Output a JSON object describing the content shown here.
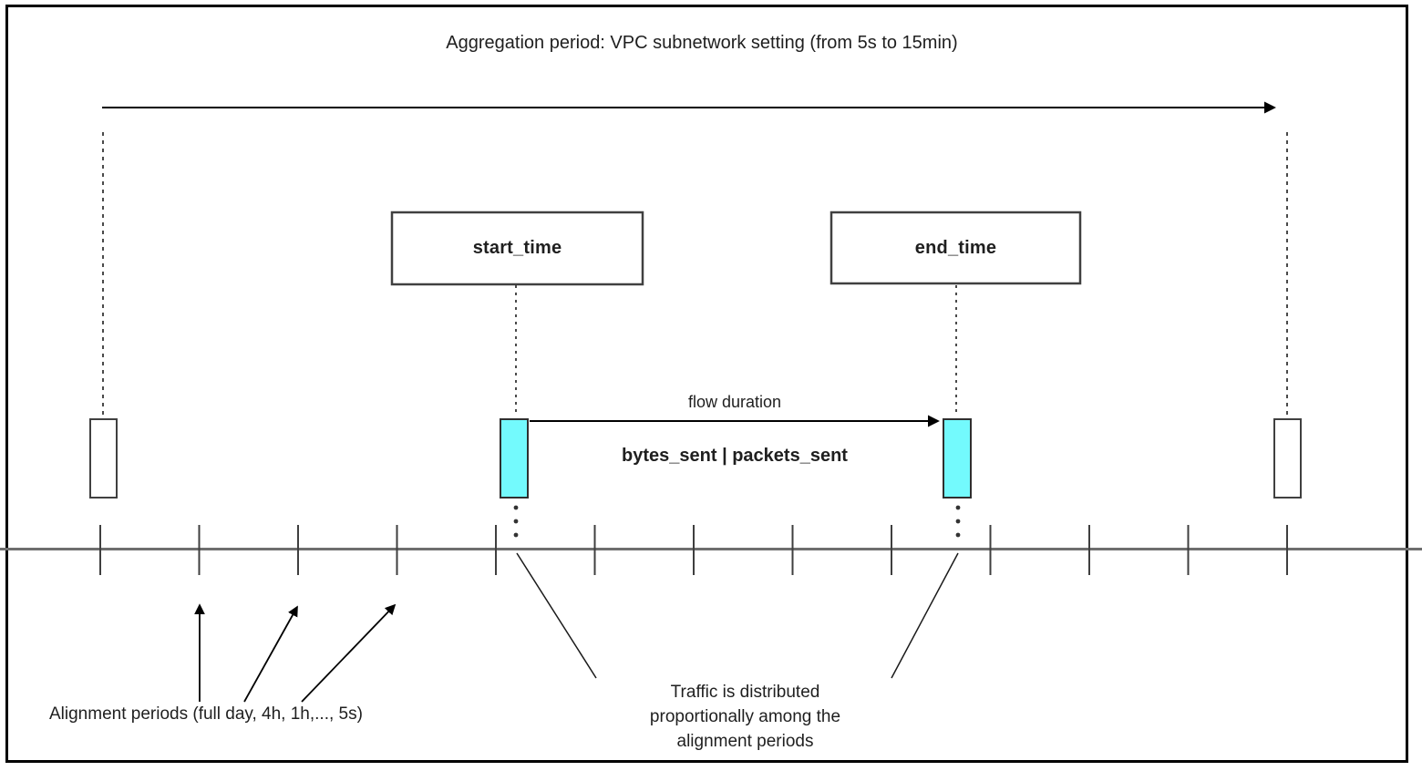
{
  "diagram": {
    "title": "Aggregation period: VPC subnetwork setting (from 5s to 15min)",
    "start_box_label": "start_time",
    "end_box_label": "end_time",
    "flow_duration_label": "flow duration",
    "metrics_label": "bytes_sent | packets_sent",
    "alignment_label": "Alignment periods (full day, 4h, 1h,..., 5s)",
    "traffic_note": "Traffic is distributed\nproportionally among the\nalignment periods",
    "timeline": {
      "tick_count": 13
    },
    "colors": {
      "highlight_fill": "#73FAFD",
      "box_border": "#404040",
      "timeline_line": "#6e6e6e",
      "tick_line": "#3f3f3f",
      "arrow_line": "#000000",
      "dashed_line": "#4a4a4a"
    }
  }
}
